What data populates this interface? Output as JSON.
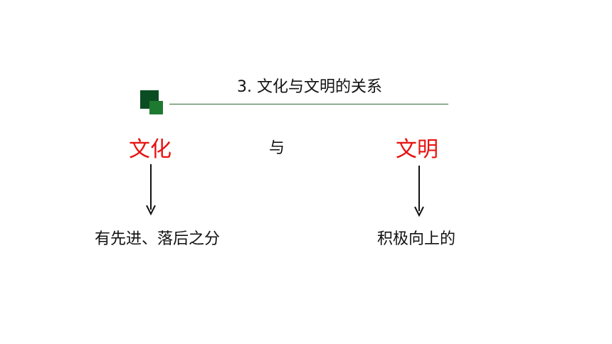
{
  "slide": {
    "title": "3. 文化与文明的关系",
    "left_term": "文化",
    "connector": "与",
    "right_term": "文明",
    "left_description": "有先进、落后之分",
    "right_description": "积极向上的"
  },
  "colors": {
    "accent_red": "#e8110f",
    "dark_green": "#0b4d22",
    "light_green": "#1e7a31",
    "text": "#111111"
  },
  "icons": {
    "decoration": "green-squares-icon",
    "arrow": "arrow-down-icon"
  }
}
